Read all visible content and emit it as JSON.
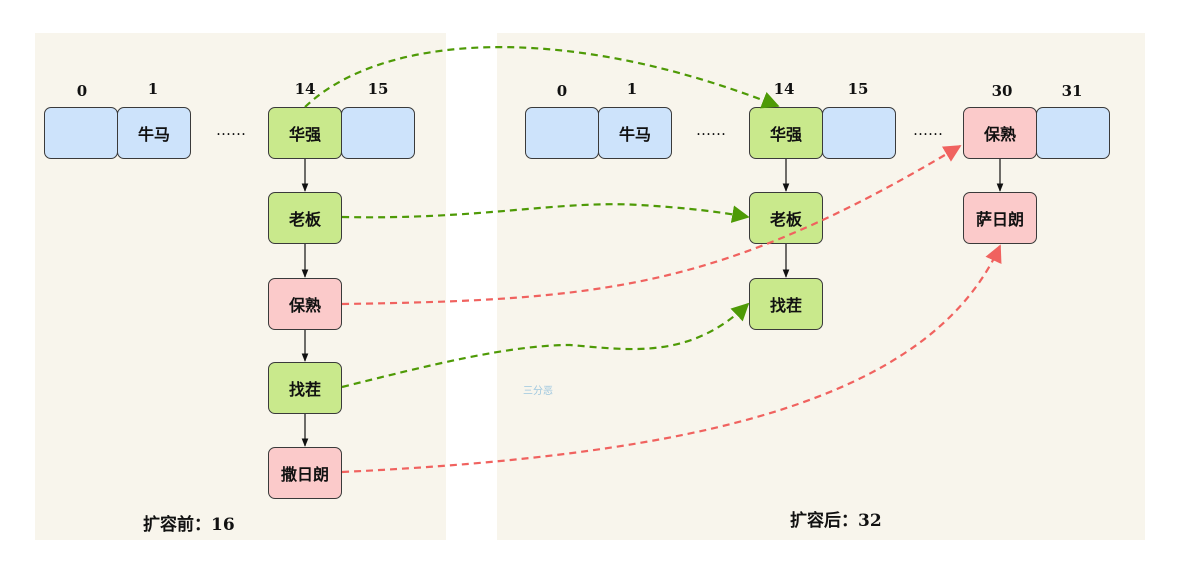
{
  "before": {
    "indices": [
      "0",
      "1",
      "14",
      "15"
    ],
    "buckets": [
      "",
      "牛马",
      "华强",
      ""
    ],
    "ellipsis": "……",
    "chain": [
      "老板",
      "保熟",
      "找茬",
      "撒日朗"
    ],
    "caption": "扩容前：16"
  },
  "after": {
    "indices": [
      "0",
      "1",
      "14",
      "15",
      "30",
      "31"
    ],
    "buckets": [
      "",
      "牛马",
      "华强",
      "",
      "保熟",
      ""
    ],
    "ellipsis": [
      "……",
      "……"
    ],
    "chain14": [
      "老板",
      "找茬"
    ],
    "chain30": [
      "萨日朗"
    ],
    "caption": "扩容后：32"
  },
  "watermark": "三分恶",
  "colors": {
    "blue": "#cde3fb",
    "green": "#c9e98c",
    "red": "#fbcaca",
    "green_arrow": "#4e9a06",
    "red_arrow": "#f0625f"
  }
}
